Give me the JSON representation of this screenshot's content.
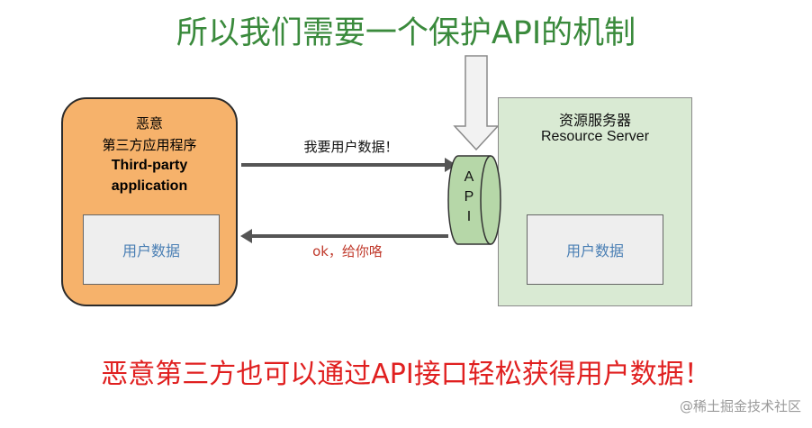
{
  "heading": "所以我们需要一个保护API的机制",
  "third_party": {
    "line1": "恶意",
    "line2": "第三方应用程序",
    "line3": "Third-party",
    "line4": "application",
    "data_label": "用户数据"
  },
  "resource_server": {
    "title_cn": "资源服务器",
    "title_en": "Resource Server",
    "data_label": "用户数据"
  },
  "api": {
    "letters": [
      "A",
      "P",
      "I"
    ]
  },
  "arrows": {
    "request_label": "我要用户数据！",
    "response_label": "ok，给你咯"
  },
  "conclusion": "恶意第三方也可以通过API接口轻松获得用户数据！",
  "watermark": "@稀土掘金技术社区",
  "colors": {
    "heading": "#3a8a3c",
    "third_party_fill": "#f6b26b",
    "server_fill": "#d9ead3",
    "api_fill": "#b6d7a8",
    "data_text": "#4a7fb4",
    "response_text": "#c0392b",
    "conclusion": "#e02020"
  }
}
